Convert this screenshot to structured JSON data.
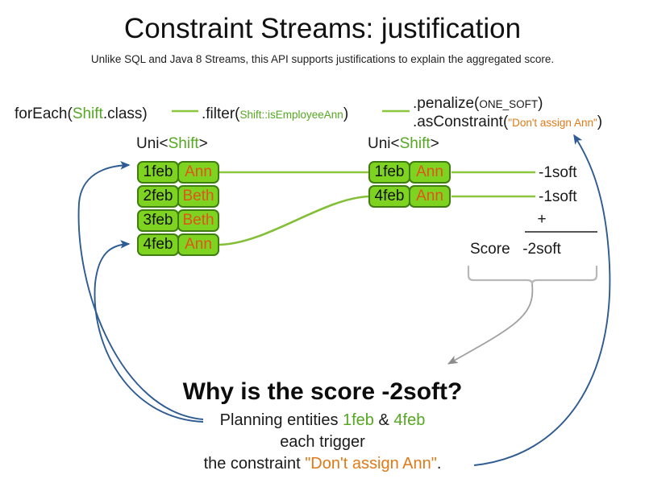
{
  "slide": {
    "title": "Constraint Streams: justification",
    "subtitle": "Unlike SQL and Java 8 Streams, this API supports justifications to explain the aggregated score."
  },
  "colors": {
    "accent_green": "#55a822",
    "fact_fill": "#7ed321",
    "fact_border": "#3f7d12",
    "orange": "#e07a18",
    "name_orange": "#e0541a",
    "arrow_blue": "#2d5b92",
    "arrow_gray": "#999999",
    "wire_green": "#8cc63f"
  },
  "pipeline": {
    "foreach": {
      "prefix": "forEach(",
      "type": "Shift",
      "suffix": ".class)"
    },
    "filter": {
      "prefix": ".filter(",
      "arg": "Shift::isEmployeeAnn",
      "suffix": ")"
    },
    "penalize": {
      "prefix": ".penalize(",
      "arg": "ONE_SOFT",
      "suffix": ")"
    },
    "as_constraint": {
      "prefix": ".asConstraint(",
      "arg": "\"Don't assign Ann\"",
      "suffix": ")"
    }
  },
  "streams": {
    "left": {
      "label_prefix": "Uni<",
      "label_type": "Shift",
      "label_suffix": ">",
      "rows": [
        {
          "date": "1feb",
          "employee": "Ann"
        },
        {
          "date": "2feb",
          "employee": "Beth"
        },
        {
          "date": "3feb",
          "employee": "Beth"
        },
        {
          "date": "4feb",
          "employee": "Ann"
        }
      ]
    },
    "right": {
      "label_prefix": "Uni<",
      "label_type": "Shift",
      "label_suffix": ">",
      "rows": [
        {
          "date": "1feb",
          "employee": "Ann",
          "penalty": "-1soft"
        },
        {
          "date": "4feb",
          "employee": "Ann",
          "penalty": "-1soft"
        }
      ]
    }
  },
  "score": {
    "operator": "+",
    "label": "Score",
    "total": "-2soft"
  },
  "explanation": {
    "heading": "Why is the score -2soft?",
    "line1_prefix": "Planning entities ",
    "line1_entity_a": "1feb",
    "line1_amp": " & ",
    "line1_entity_b": "4feb",
    "line2": "each trigger",
    "line3_prefix": "the constraint ",
    "line3_constraint": "\"Don't assign Ann\"",
    "line3_suffix": "."
  }
}
